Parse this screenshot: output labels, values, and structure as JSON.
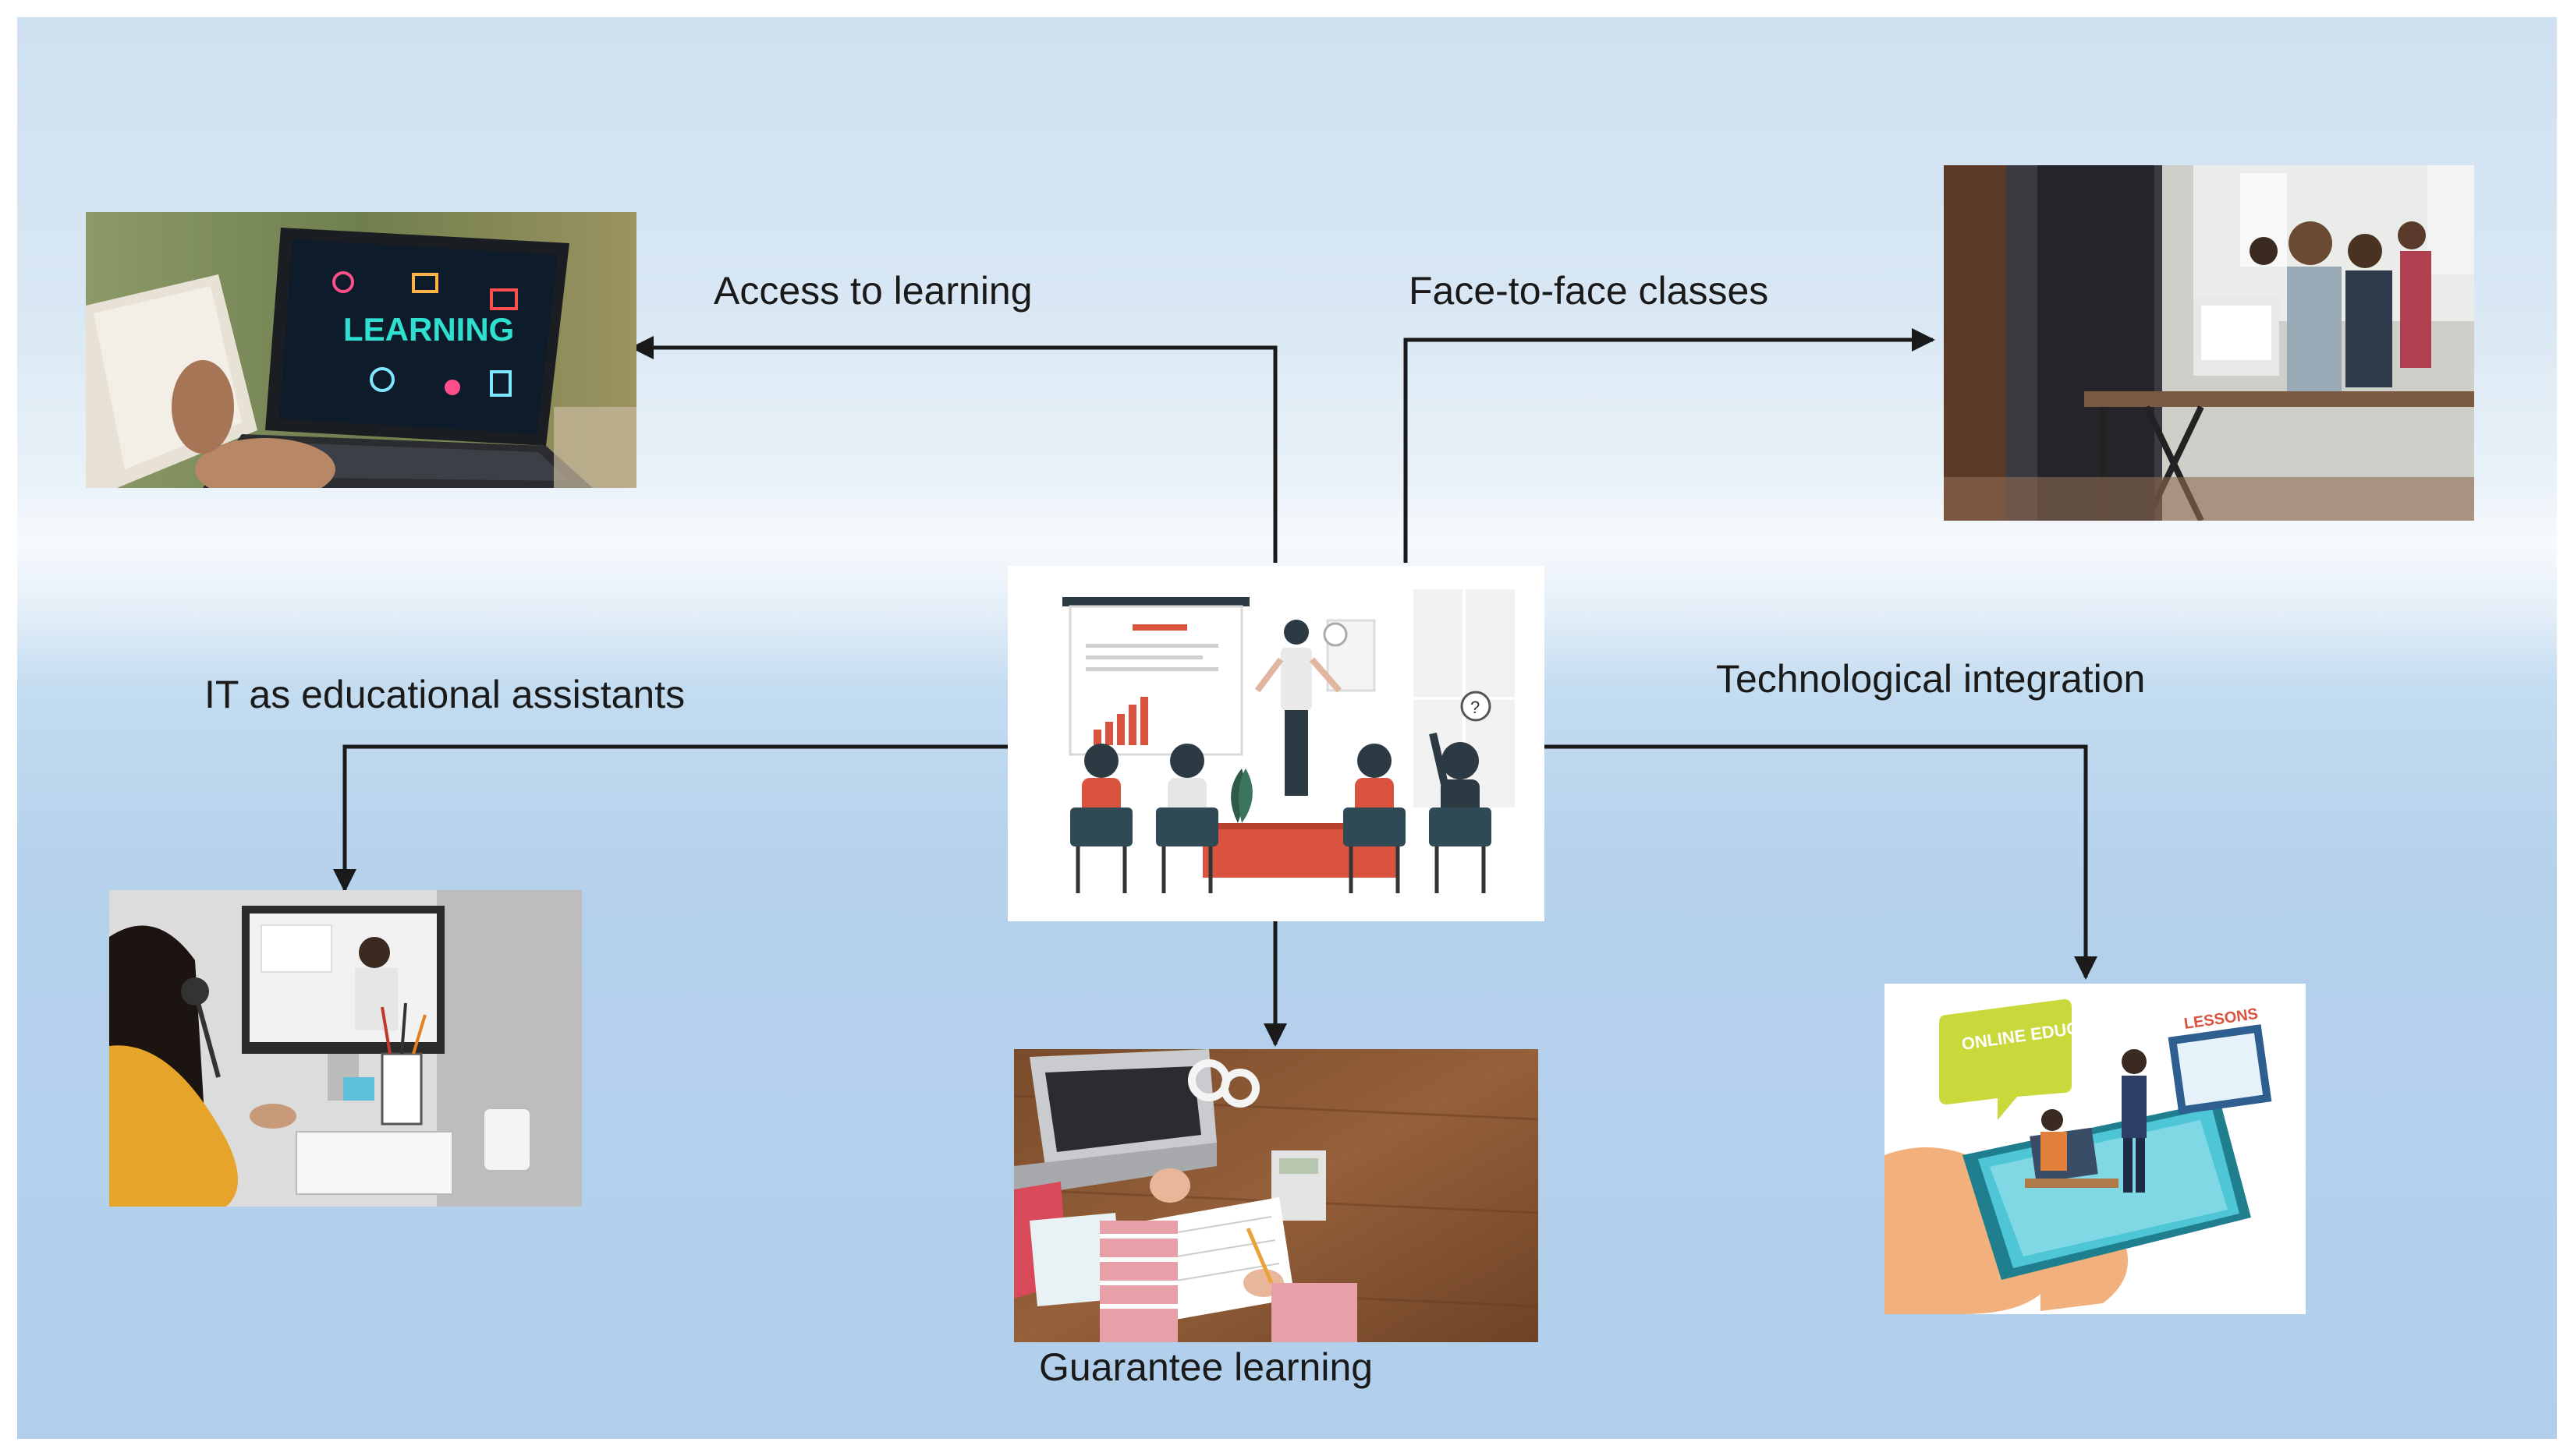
{
  "diagram": {
    "center": {
      "label": ""
    },
    "nodes": [
      {
        "id": "access",
        "label": "Access to learning",
        "icon": "laptop-learning-photo"
      },
      {
        "id": "face",
        "label": "Face-to-face classes",
        "icon": "classroom-photo"
      },
      {
        "id": "it",
        "label": "IT as educational assistants",
        "icon": "video-call-photo"
      },
      {
        "id": "tech",
        "label": "Technological integration",
        "icon": "phone-online-education-photo"
      },
      {
        "id": "guarantee",
        "label": "Guarantee learning",
        "icon": "desk-study-photo"
      }
    ],
    "laptop_screen_text": "LEARNING",
    "phone_bubble_text": "ONLINE EDUCATION",
    "phone_screen_text": "LESSONS",
    "colors": {
      "background_top": "#cfe0f0",
      "background_bottom": "#b1cfeb",
      "arrow": "#1a1a1a",
      "label_text": "#1a1a1a",
      "accent_red": "#d9533f"
    }
  }
}
